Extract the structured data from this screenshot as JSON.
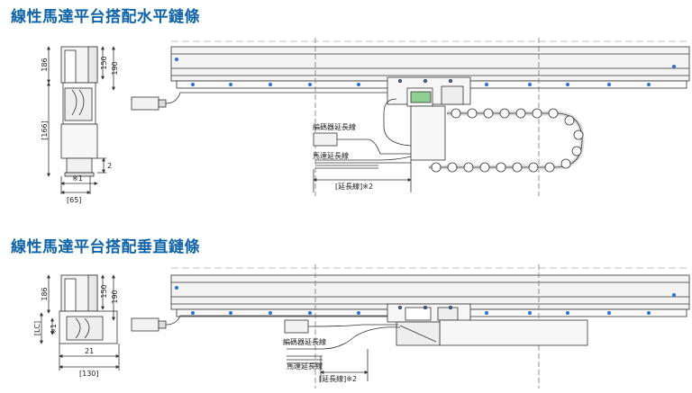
{
  "section1": {
    "title": "線性馬達平台搭配水平鏈條",
    "dims": {
      "d186": "186",
      "d150": "150",
      "d190": "190",
      "d166": "[166]",
      "d2": "2",
      "note1": "※1",
      "d65": "[65]"
    },
    "labels": {
      "encoder": "編碼器延長線",
      "motor": "馬達延長線",
      "ext": "[延長線]※2"
    }
  },
  "section2": {
    "title": "線性馬達平台搭配垂直鏈條",
    "dims": {
      "d186": "186",
      "d150": "150",
      "d190": "190",
      "lc": "[LC]",
      "note1": "※1",
      "d21": "21",
      "d130": "[130]"
    },
    "labels": {
      "encoder": "編碼器延長線",
      "motor": "馬達延長線",
      "ext": "[延長線]※2"
    }
  },
  "colors": {
    "title": "#0e63a8",
    "dot": "#2a6fd6",
    "line": "#333333",
    "fill": "#f2f2f2",
    "dim": "#555555"
  }
}
